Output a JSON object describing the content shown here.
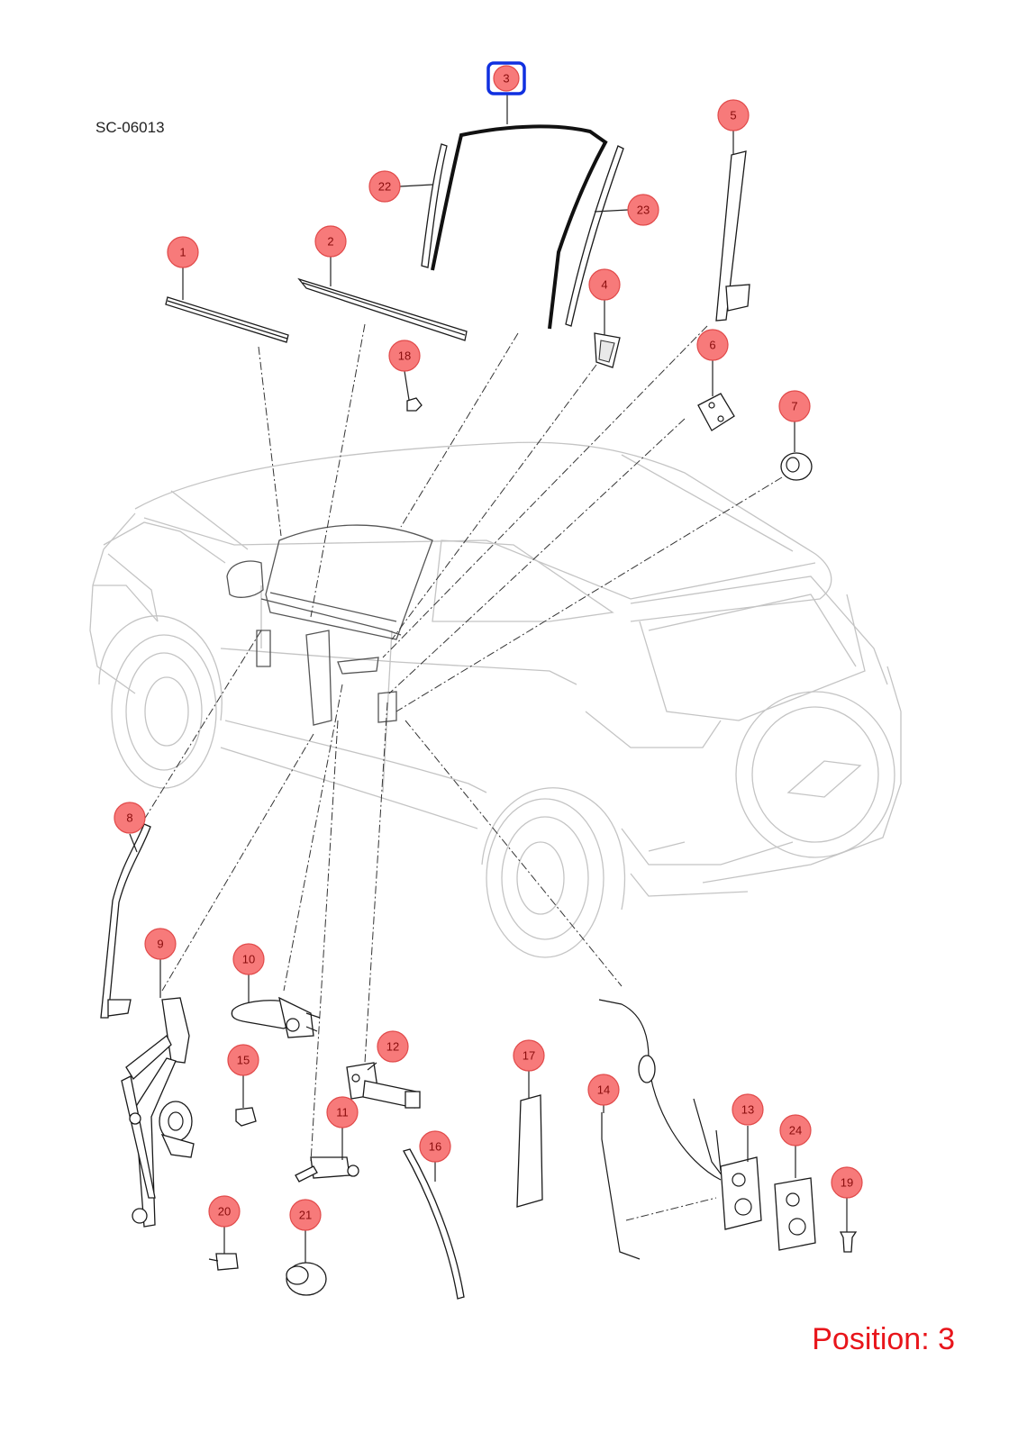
{
  "drawing_code": "SC-06013",
  "position_label": "Position: 3",
  "selected_part": "3",
  "callouts": [
    "1",
    "2",
    "3",
    "4",
    "5",
    "6",
    "7",
    "8",
    "9",
    "10",
    "11",
    "12",
    "13",
    "14",
    "15",
    "16",
    "17",
    "18",
    "19",
    "20",
    "21",
    "22",
    "23",
    "24"
  ],
  "colors": {
    "callout_fill": "#f77a7a",
    "callout_text": "#8a0d0d",
    "selection_outline": "#1030e0",
    "position_text": "#e8151b",
    "car_outline": "#c4c4c4"
  }
}
